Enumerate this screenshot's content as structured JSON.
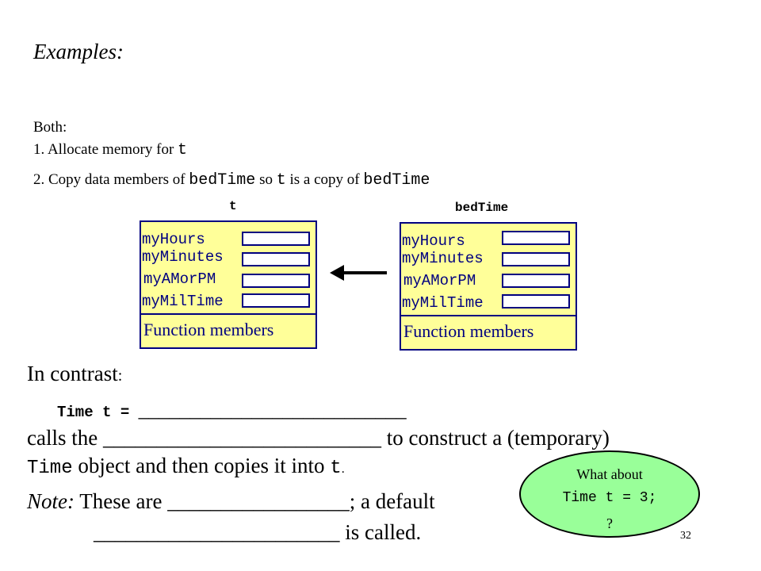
{
  "heading": "Examples:",
  "both_label": "Both:",
  "step1": {
    "text": "1.  Allocate memory for ",
    "code": "t"
  },
  "step2": {
    "text_a": "2.  Copy data members of ",
    "code_a": "bedTime",
    "text_b": " so ",
    "code_b": "t",
    "text_c": " is a copy of ",
    "code_c": "bedTime"
  },
  "diagram": {
    "left_object": {
      "label": "t",
      "members": [
        "myHours",
        "myMinutes",
        "myAMorPM",
        "myMilTime"
      ],
      "function_members": "Function members"
    },
    "right_object": {
      "label": "bedTime",
      "members": [
        "myHours",
        "myMinutes",
        "myAMorPM",
        "myMilTime"
      ],
      "function_members": "Function members"
    }
  },
  "contrast": {
    "label": "In contrast",
    "colon": ":",
    "code": "Time t = ",
    "blank": "__________________________",
    "calls_a": "calls the ",
    "calls_blank": "__________________________",
    "calls_b": " to construct a (temporary)",
    "line3_code": "Time",
    "line3_text": " object and then copies it into ",
    "line3_code2": "t",
    "line3_end": "."
  },
  "note": {
    "label": "Note:",
    "text_a": " These are ",
    "blank1": "_________________",
    "text_b": "; a default",
    "blank2": "_______________________",
    "text_c": " is called."
  },
  "bubble": {
    "line1": "What about",
    "line2": "Time t = 3;",
    "line3": "?"
  },
  "page_number": "32",
  "colors": {
    "object_fill": "#ffff99",
    "object_border": "#000080",
    "bubble_fill": "#99ff99"
  }
}
